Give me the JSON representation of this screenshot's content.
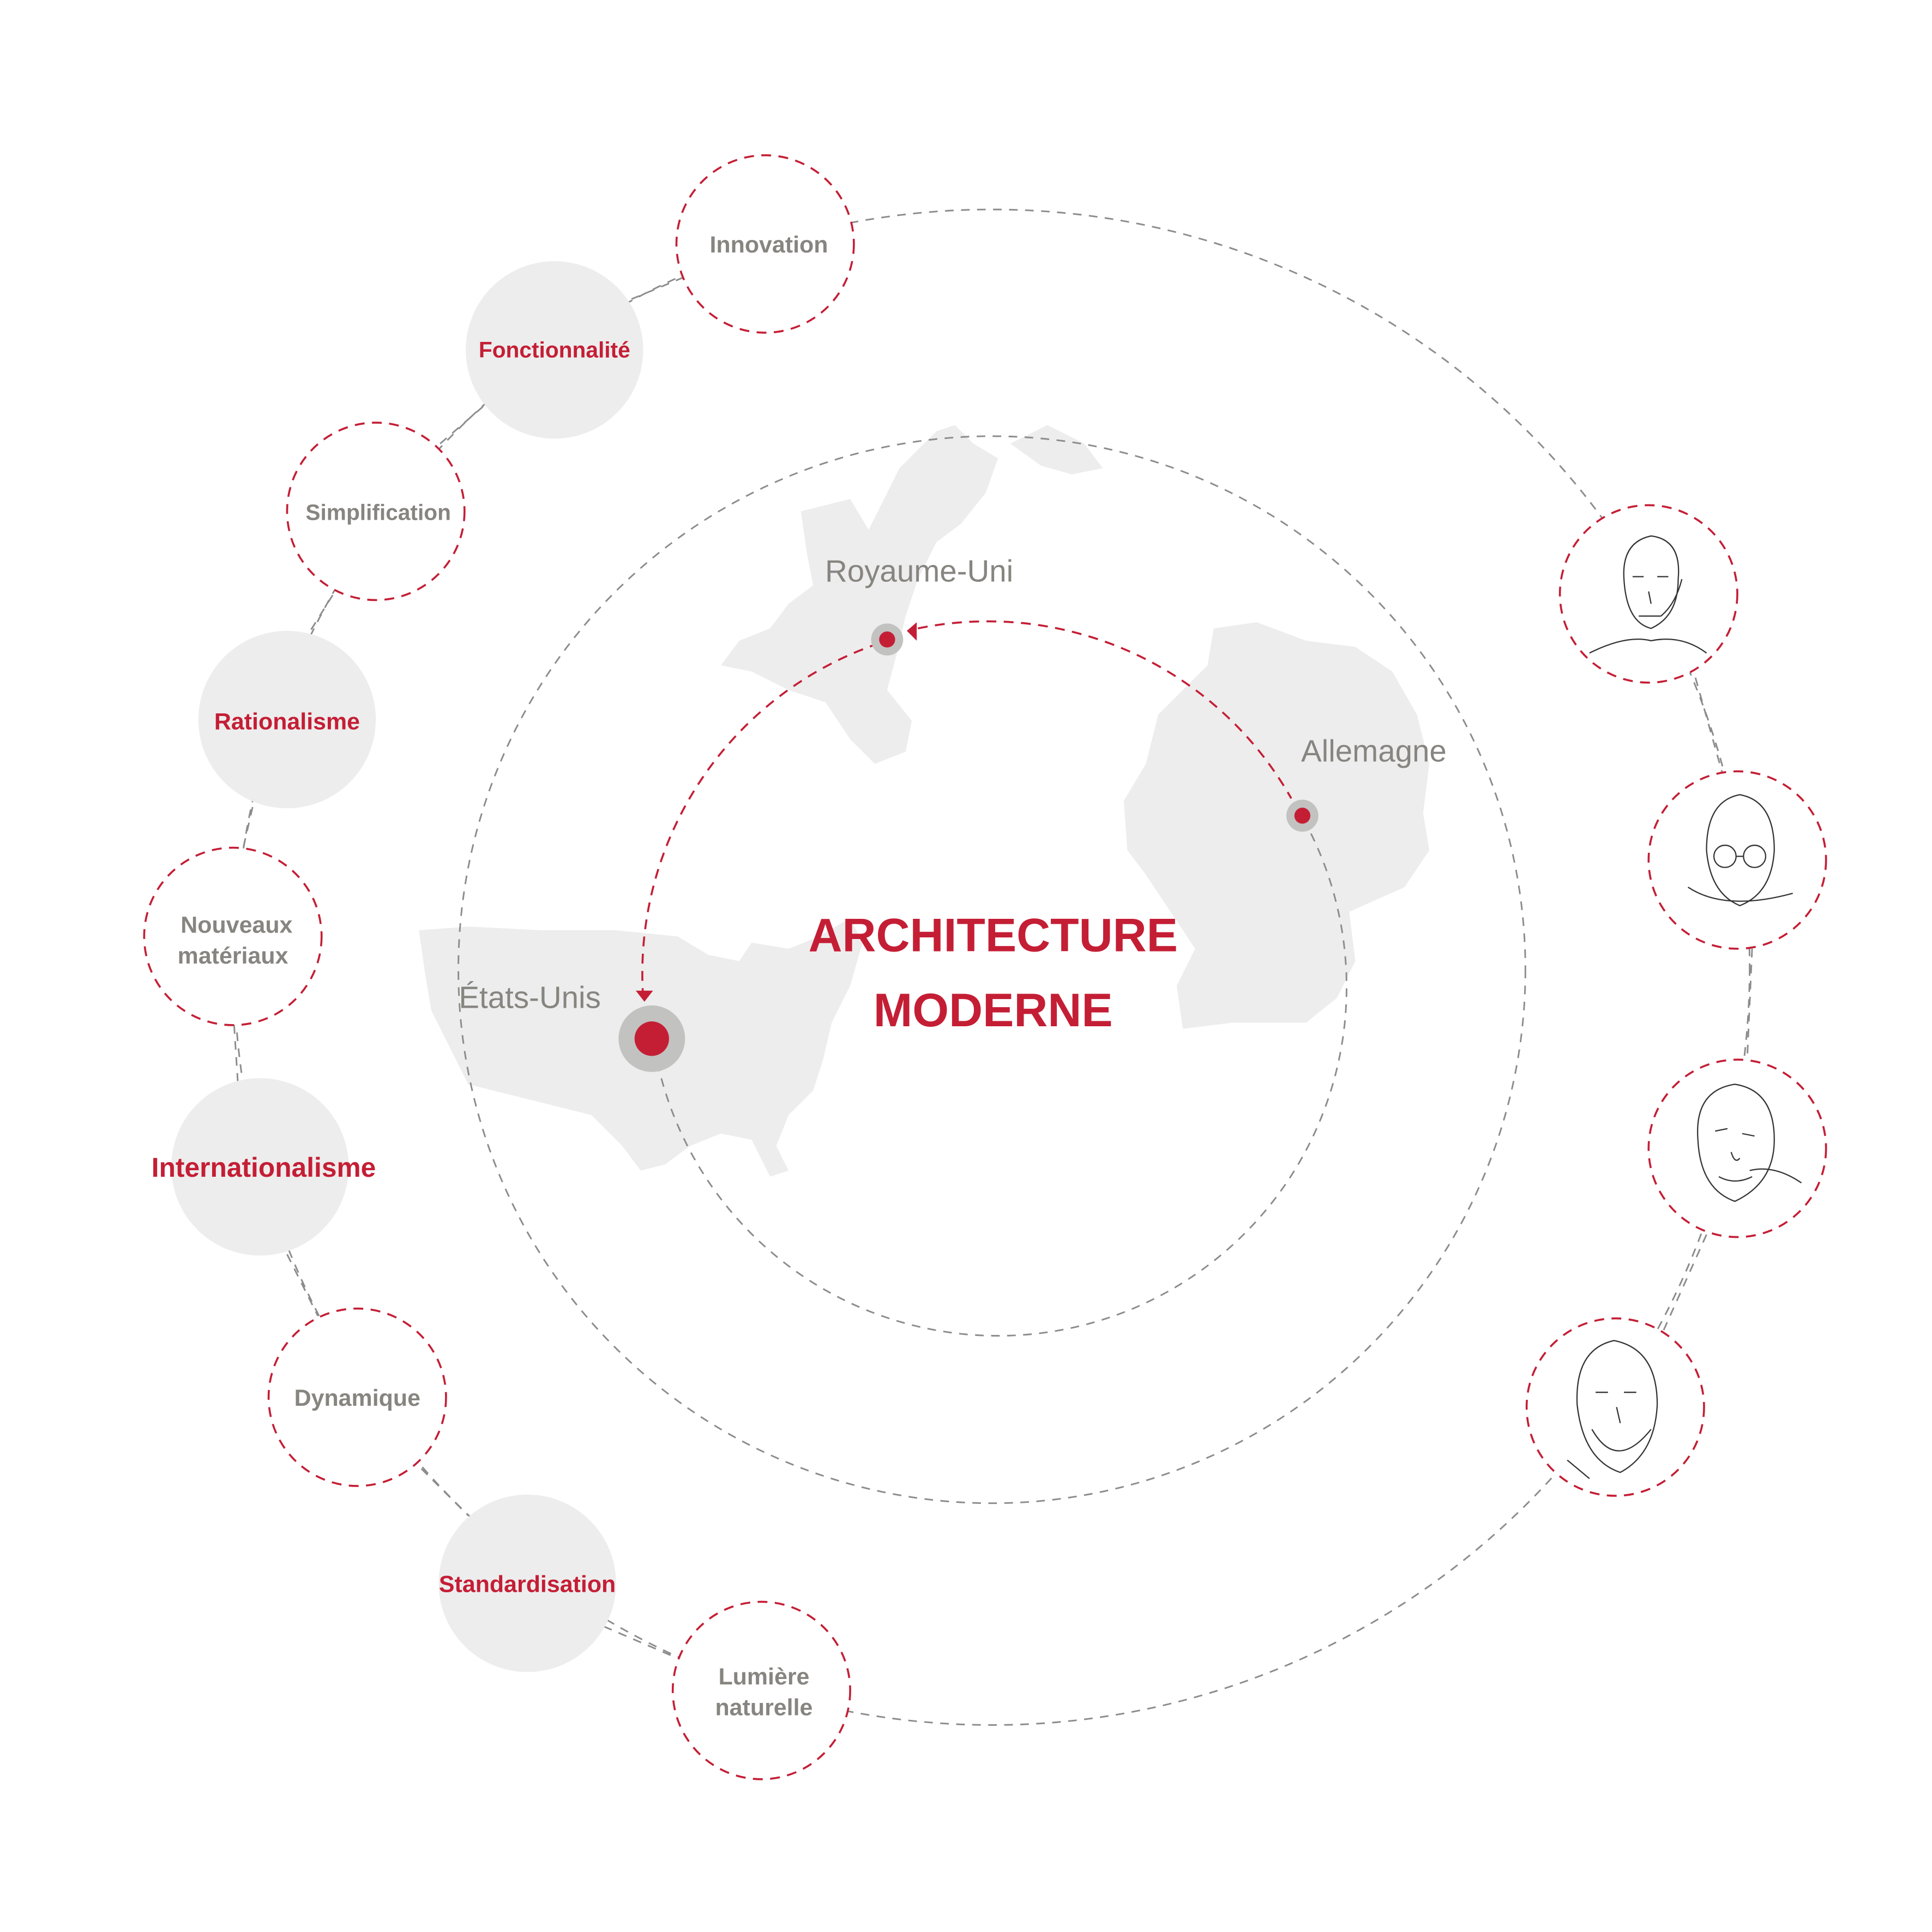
{
  "title": {
    "line1": "ARCHITECTURE",
    "line2": "MODERNE"
  },
  "countries": [
    {
      "name": "Royaume-Uni"
    },
    {
      "name": "Allemagne"
    },
    {
      "name": "États-Unis"
    }
  ],
  "concepts": [
    {
      "label": "Innovation",
      "style": "dashed"
    },
    {
      "label": "Fonctionnalité",
      "style": "filled"
    },
    {
      "label": "Simplification",
      "style": "dashed"
    },
    {
      "label": "Rationalisme",
      "style": "filled"
    },
    {
      "label_line1": "Nouveaux",
      "label_line2": "matériaux",
      "style": "dashed"
    },
    {
      "label": "Internationalisme",
      "style": "filled"
    },
    {
      "label": "Dynamique",
      "style": "dashed"
    },
    {
      "label": "Standardisation",
      "style": "filled"
    },
    {
      "label_line1": "Lumière",
      "label_line2": "naturelle",
      "style": "dashed"
    }
  ],
  "portraits": [
    {
      "icon": "architect-portrait-1"
    },
    {
      "icon": "architect-portrait-2"
    },
    {
      "icon": "architect-portrait-3"
    },
    {
      "icon": "architect-portrait-4"
    }
  ],
  "colors": {
    "accent_red": "#C41E35",
    "text_gray": "#878580",
    "fill_gray": "#EDEDED",
    "marker_ring": "#C2C2C0"
  }
}
